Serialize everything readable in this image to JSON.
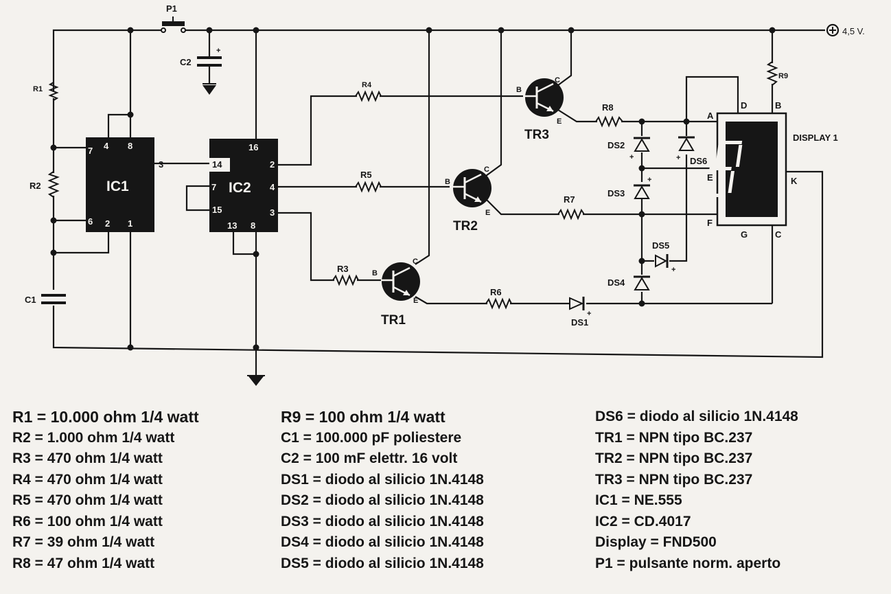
{
  "supply": {
    "label": "4,5 V."
  },
  "components": {
    "P1": "P1",
    "C1": "C1",
    "C2": "C2",
    "R1": "R1",
    "R2": "R2",
    "R3": "R3",
    "R4": "R4",
    "R5": "R5",
    "R6": "R6",
    "R7": "R7",
    "R8": "R8",
    "R9": "R9",
    "DS1": "DS1",
    "DS2": "DS2",
    "DS3": "DS3",
    "DS4": "DS4",
    "DS5": "DS5",
    "DS6": "DS6",
    "TR1": "TR1",
    "TR2": "TR2",
    "TR3": "TR3",
    "IC1": "IC1",
    "IC2": "IC2",
    "display": "DISPLAY 1"
  },
  "terminals": {
    "base": "B",
    "collector": "C",
    "emitter": "E",
    "plus": "+"
  },
  "ic1_pins": {
    "p4": "4",
    "p8": "8",
    "p7": "7",
    "p3": "3",
    "p6": "6",
    "p2": "2",
    "p1": "1"
  },
  "ic2_pins": {
    "p16": "16",
    "p14": "14",
    "p2": "2",
    "p7": "7",
    "p4": "4",
    "p15": "15",
    "p3": "3",
    "p13": "13",
    "p8": "8"
  },
  "display_pins": {
    "A": "A",
    "D": "D",
    "B": "B",
    "E": "E",
    "K": "K",
    "F": "F",
    "G": "G",
    "C": "C"
  },
  "parts_list": {
    "col1": [
      "R1 = 10.000 ohm 1/4 watt",
      "R2 = 1.000 ohm 1/4 watt",
      "R3 = 470 ohm 1/4 watt",
      "R4 = 470 ohm 1/4 watt",
      "R5 = 470 ohm 1/4 watt",
      "R6 = 100 ohm 1/4 watt",
      "R7 = 39 ohm 1/4 watt",
      "R8 = 47 ohm 1/4 watt"
    ],
    "col2": [
      "R9 = 100 ohm 1/4 watt",
      "C1 = 100.000 pF poliestere",
      "C2 = 100 mF elettr. 16 volt",
      "DS1 = diodo al silicio 1N.4148",
      "DS2 = diodo al silicio 1N.4148",
      "DS3 = diodo al silicio 1N.4148",
      "DS4 = diodo al silicio 1N.4148",
      "DS5 = diodo al silicio 1N.4148"
    ],
    "col3": [
      "DS6 = diodo al silicio 1N.4148",
      "TR1 = NPN tipo BC.237",
      "TR2 = NPN tipo BC.237",
      "TR3 = NPN tipo BC.237",
      "IC1 = NE.555",
      "IC2 = CD.4017",
      "Display = FND500",
      "P1 = pulsante norm. aperto"
    ]
  }
}
